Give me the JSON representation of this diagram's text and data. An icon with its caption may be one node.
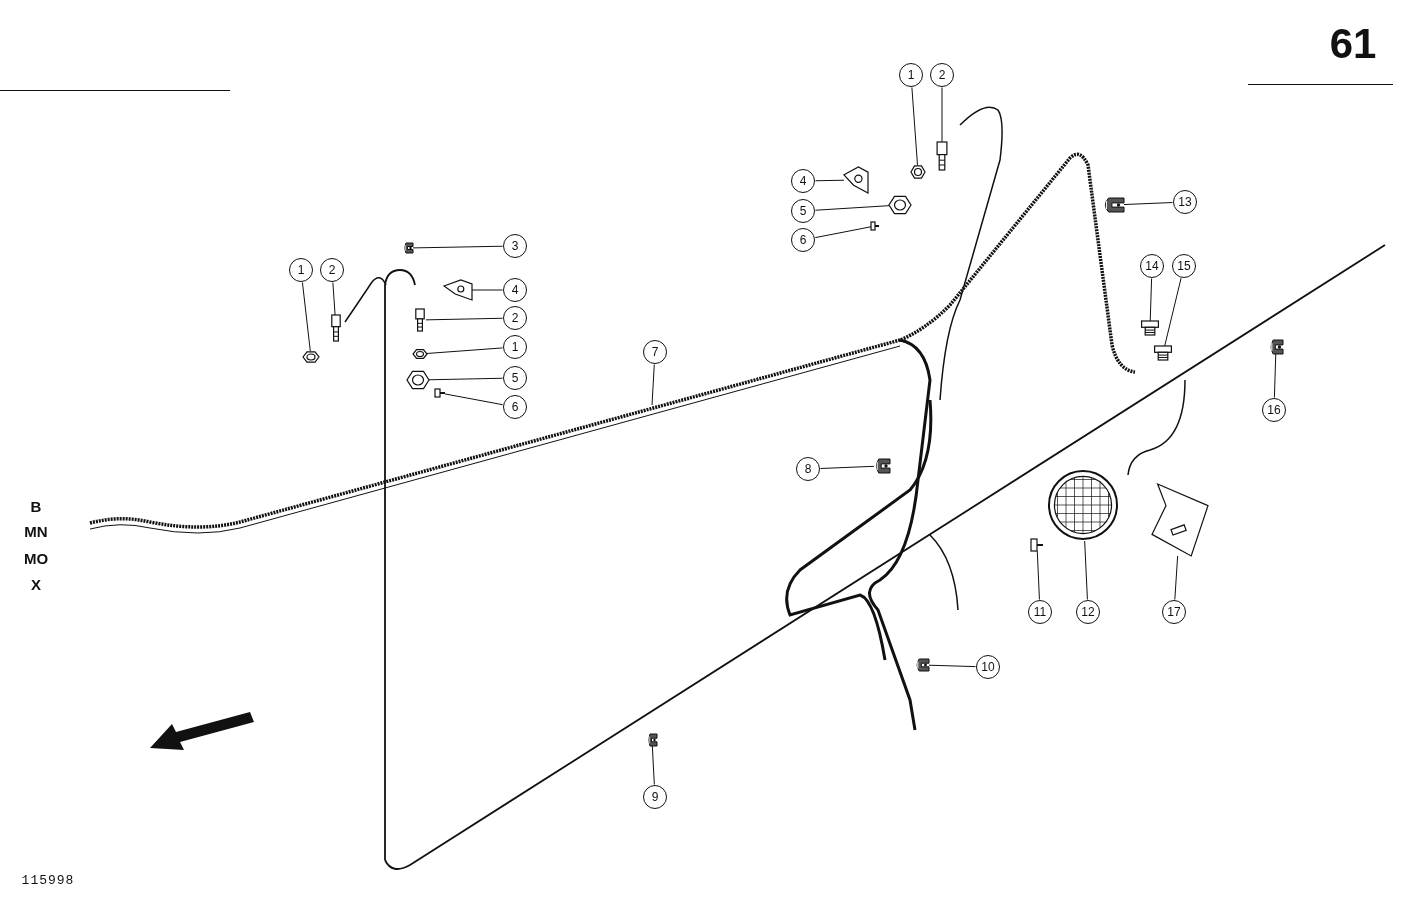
{
  "diagram": {
    "nodes": [
      {
        "text": [
          "1"
        ]
      },
      {
        "text": [
          "2"
        ]
      },
      {
        "text": [
          "3"
        ]
      },
      {
        "text": [
          "4"
        ]
      },
      {
        "text": [
          "2"
        ]
      },
      {
        "text": [
          "1"
        ]
      },
      {
        "text": [
          "5"
        ]
      },
      {
        "text": [
          "6"
        ]
      },
      {
        "text": [
          "7"
        ]
      },
      {
        "text": [
          "1"
        ]
      },
      {
        "text": [
          "2"
        ]
      },
      {
        "text": [
          "4"
        ]
      },
      {
        "text": [
          "5"
        ]
      },
      {
        "text": [
          "6"
        ]
      },
      {
        "text": [
          "13"
        ]
      },
      {
        "text": [
          "14"
        ]
      },
      {
        "text": [
          "15"
        ]
      },
      {
        "text": [
          "16"
        ]
      },
      {
        "text": [
          "8"
        ]
      },
      {
        "text": [
          "10"
        ]
      },
      {
        "text": [
          "9"
        ]
      },
      {
        "text": [
          "11"
        ]
      },
      {
        "text": [
          "12"
        ]
      },
      {
        "text": [
          "17"
        ]
      },
      {
        "text": [],
        "shape": "picture"
      },
      {
        "text": [],
        "shape": "picture"
      },
      {
        "text": [],
        "shape": "picture"
      },
      {
        "text": [],
        "shape": "picture"
      },
      {
        "text": [],
        "shape": "picture"
      },
      {
        "text": [],
        "shape": "picture"
      },
      {
        "text": [],
        "shape": "picture"
      },
      {
        "text": [],
        "shape": "picture"
      },
      {
        "text": [],
        "shape": "picture"
      },
      {
        "text": [],
        "shape": "picture"
      },
      {
        "text": [],
        "shape": "picture"
      },
      {
        "text": [],
        "shape": "picture"
      },
      {
        "text": [],
        "shape": "picture"
      },
      {
        "text": [],
        "shape": "picture"
      },
      {
        "text": [],
        "shape": "picture"
      },
      {
        "text": [],
        "shape": "picture"
      },
      {
        "text": [],
        "shape": "picture"
      },
      {
        "text": [],
        "shape": "picture"
      },
      {
        "text": [],
        "shape": "picture"
      },
      {
        "text": [],
        "shape": "picture"
      },
      {
        "text": [],
        "shape": "picture"
      },
      {
        "text": [],
        "shape": "picture"
      },
      {
        "text": [],
        "shape": "picture"
      }
    ],
    "edges": [
      {
        "from": 0,
        "to": 24,
        "arrow": "none"
      },
      {
        "from": 1,
        "to": 25,
        "arrow": "none"
      },
      {
        "from": 2,
        "to": 26,
        "arrow": "none"
      },
      {
        "from": 3,
        "to": 27,
        "arrow": "none"
      },
      {
        "from": 4,
        "to": 28,
        "arrow": "none"
      },
      {
        "from": 5,
        "to": 29,
        "arrow": "none"
      },
      {
        "from": 6,
        "to": 30,
        "arrow": "none"
      },
      {
        "from": 7,
        "to": 31,
        "arrow": "none"
      },
      {
        "from": 8,
        "to": null,
        "arrow": "none"
      },
      {
        "from": 9,
        "to": 32,
        "arrow": "none"
      },
      {
        "from": 10,
        "to": 33,
        "arrow": "none"
      },
      {
        "from": 11,
        "to": 34,
        "arrow": "none"
      },
      {
        "from": 12,
        "to": 35,
        "arrow": "none"
      },
      {
        "from": 13,
        "to": 36,
        "arrow": "none"
      },
      {
        "from": 14,
        "to": 37,
        "arrow": "none"
      },
      {
        "from": 15,
        "to": 38,
        "arrow": "none"
      },
      {
        "from": 16,
        "to": 39,
        "arrow": "none"
      },
      {
        "from": 17,
        "to": 40,
        "arrow": "none"
      },
      {
        "from": 18,
        "to": 41,
        "arrow": "none"
      },
      {
        "from": 19,
        "to": 42,
        "arrow": "none"
      },
      {
        "from": 20,
        "to": 43,
        "arrow": "none"
      },
      {
        "from": 21,
        "to": 44,
        "arrow": "none"
      },
      {
        "from": 22,
        "to": 45,
        "arrow": "none"
      },
      {
        "from": 23,
        "to": 46,
        "arrow": "none"
      }
    ],
    "labels": [
      "61",
      "B",
      "MN",
      "MO",
      "X",
      "115998"
    ]
  }
}
